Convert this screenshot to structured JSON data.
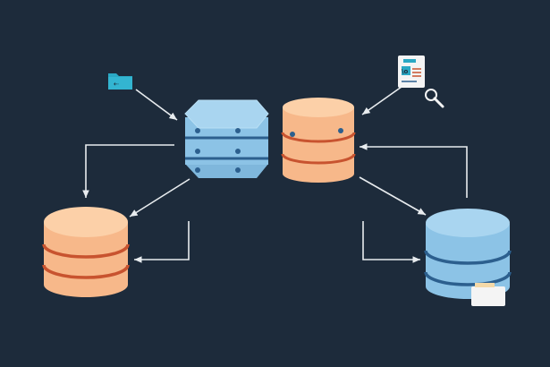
{
  "colors": {
    "background": "#1d2b3b",
    "arrow": "#e8ecef",
    "blue_top": "#a9d5f0",
    "blue_body": "#8cc3e6",
    "blue_band": "#2c5f8e",
    "orange_top": "#fcd0a8",
    "orange_body": "#f7b88a",
    "orange_band": "#c8532f",
    "folder_teal": "#2aa8c4",
    "document_white": "#f4f4f4"
  },
  "icons": {
    "folder": {
      "semantic": "folder-icon",
      "glyph": "⇠"
    },
    "document": {
      "semantic": "document-icon",
      "glyph": "\\o"
    },
    "magnifier": {
      "semantic": "magnifier-icon"
    },
    "badge": {
      "semantic": "label-badge-icon"
    }
  },
  "nodes": [
    {
      "id": "blue-hex-db",
      "semantic": "blue-hexagonal-database",
      "color": "blue"
    },
    {
      "id": "orange-db-top",
      "semantic": "orange-database-center",
      "color": "orange"
    },
    {
      "id": "orange-db-left",
      "semantic": "orange-database-left",
      "color": "orange"
    },
    {
      "id": "blue-db-right",
      "semantic": "blue-database-right",
      "color": "blue"
    }
  ]
}
